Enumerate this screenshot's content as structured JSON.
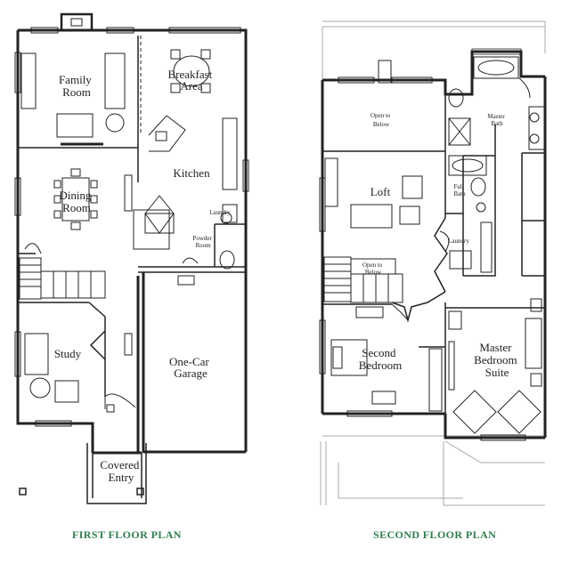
{
  "first_floor": {
    "caption": "FIRST FLOOR PLAN",
    "rooms": {
      "family_room": [
        "Family",
        "Room"
      ],
      "breakfast_area": [
        "Breakfast",
        "Area"
      ],
      "kitchen": "Kitchen",
      "dining_room": [
        "Dining",
        "Room"
      ],
      "laundry": "Laundry",
      "powder_room": [
        "Powder",
        "Room"
      ],
      "study": "Study",
      "garage": [
        "One-Car",
        "Garage"
      ],
      "covered_entry": [
        "Covered",
        "Entry"
      ]
    }
  },
  "second_floor": {
    "caption": "SECOND FLOOR PLAN",
    "rooms": {
      "open_to_below_top": [
        "Open to",
        "Below"
      ],
      "master_bath": [
        "Master",
        "Bath"
      ],
      "loft": "Loft",
      "full_bath": [
        "Full",
        "Bath"
      ],
      "laundry": "Laundry",
      "open_to_below_stair": [
        "Open to",
        "Below"
      ],
      "second_bedroom": [
        "Second",
        "Bedroom"
      ],
      "master_suite": [
        "Master",
        "Bedroom",
        "Suite"
      ]
    }
  }
}
